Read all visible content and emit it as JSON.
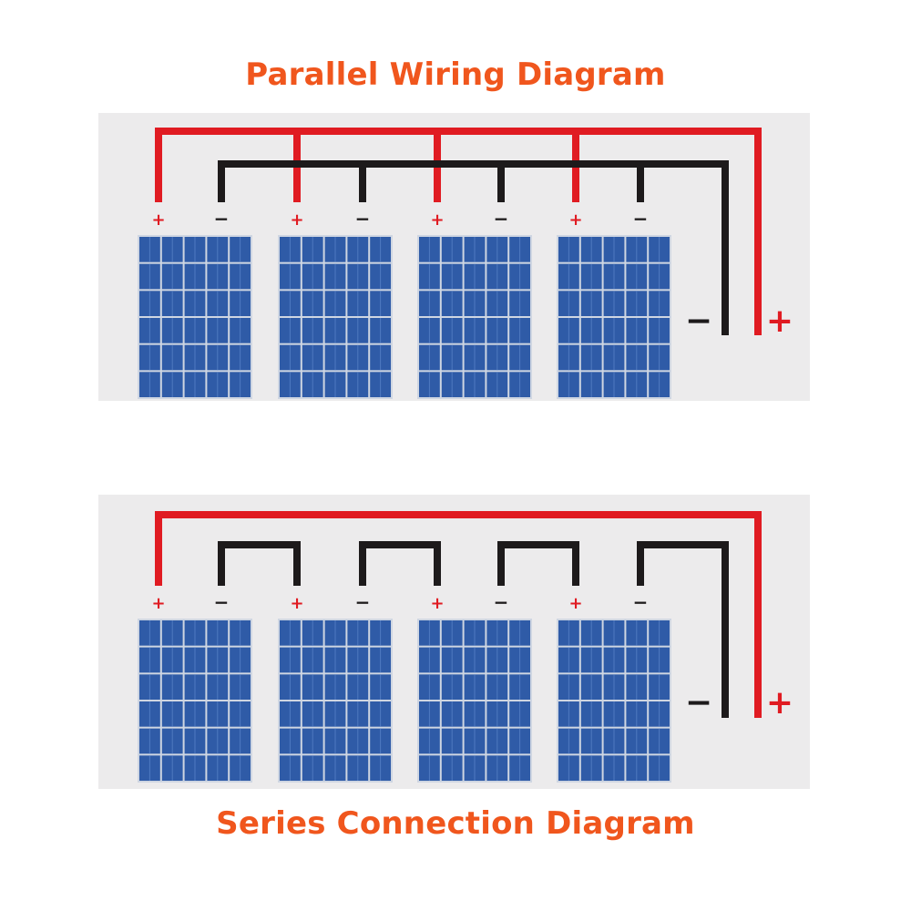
{
  "colors": {
    "accent": "#f0561d",
    "positive_wire": "#e01b22",
    "negative_wire": "#1d1a1b",
    "panel_blue": "#2f5ba7",
    "panel_frame": "#cfd6e2",
    "background": "#ecebec"
  },
  "diagrams": {
    "parallel": {
      "title": "Parallel Wiring Diagram",
      "panel_count": 4,
      "terminal_plus": "+",
      "terminal_minus": "−",
      "output_plus": "+",
      "output_minus": "−"
    },
    "series": {
      "title": "Series Connection Diagram",
      "panel_count": 4,
      "terminal_plus": "+",
      "terminal_minus": "−",
      "output_plus": "+",
      "output_minus": "−"
    }
  }
}
